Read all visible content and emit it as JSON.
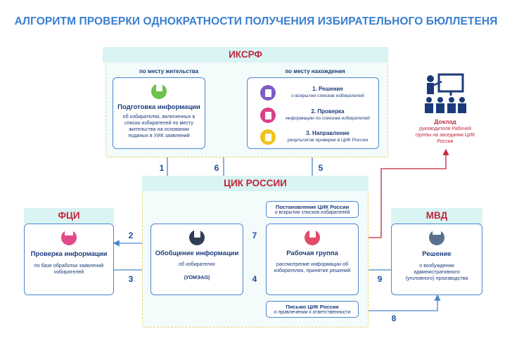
{
  "title": "АЛГОРИТМ ПРОВЕРКИ ОДНОКРАТНОСТИ ПОЛУЧЕНИЯ ИЗБИРАТЕЛЬНОГО БЮЛЛЕТЕНЯ",
  "colors": {
    "title": "#3a7fd0",
    "tab_text": "#c0263d",
    "border": "#4a86d0",
    "arrow": "#4a86d0",
    "red_arrow": "#c0263d"
  },
  "ikcrf": {
    "tab": "ИКСРФ",
    "left_label": "по месту жительства",
    "right_label": "по месту нахождения",
    "prep": {
      "icon": "document-icon",
      "head": "Подготовка информации",
      "text": "об избирателях, включенных в списки избирателей по месту жительства на основании поданых в УИК заявлений"
    },
    "items": [
      {
        "icon": "decision-icon",
        "head": "1. Решение",
        "text": "о вскрытии списков избирателей"
      },
      {
        "icon": "check-icon",
        "head": "2. Проверка",
        "text": "информации по спискам избирателей"
      },
      {
        "icon": "envelope-icon",
        "head": "3. Направление",
        "text": "результатов проверки в ЦИК России"
      }
    ]
  },
  "report": {
    "icon": "presentation-icon",
    "head": "Доклад",
    "text": "руководителя Рабочей группы на заседании ЦИК России"
  },
  "cik": {
    "tab": "ЦИК РОССИИ",
    "decree": {
      "head": "Постановление ЦИК России",
      "text": "о вскрытии списков избирателей"
    },
    "letter": {
      "head": "Письмо ЦИК России",
      "text": "о привлечении к ответственности"
    },
    "summary": {
      "icon": "document-icon",
      "head": "Обобщение информации",
      "text": "об избирателях",
      "code": "(УОМЭАО)"
    },
    "workgroup": {
      "icon": "group-icon",
      "head": "Рабочая группа",
      "text": "рассмотрение информации об избирателях, принятие решений"
    }
  },
  "fci": {
    "tab": "ФЦИ",
    "icon": "laptop-icon",
    "head": "Проверка информации",
    "text": "по базе обработки заявлений избирателей"
  },
  "mvd": {
    "tab": "МВД",
    "icon": "police-car-icon",
    "head": "Решение",
    "text": "о возбуждении административного (уголовного) производства"
  },
  "numbers": {
    "n1": "1",
    "n2": "2",
    "n3": "3",
    "n4": "4",
    "n5": "5",
    "n6": "6",
    "n7": "7",
    "n8": "8",
    "n9": "9"
  }
}
